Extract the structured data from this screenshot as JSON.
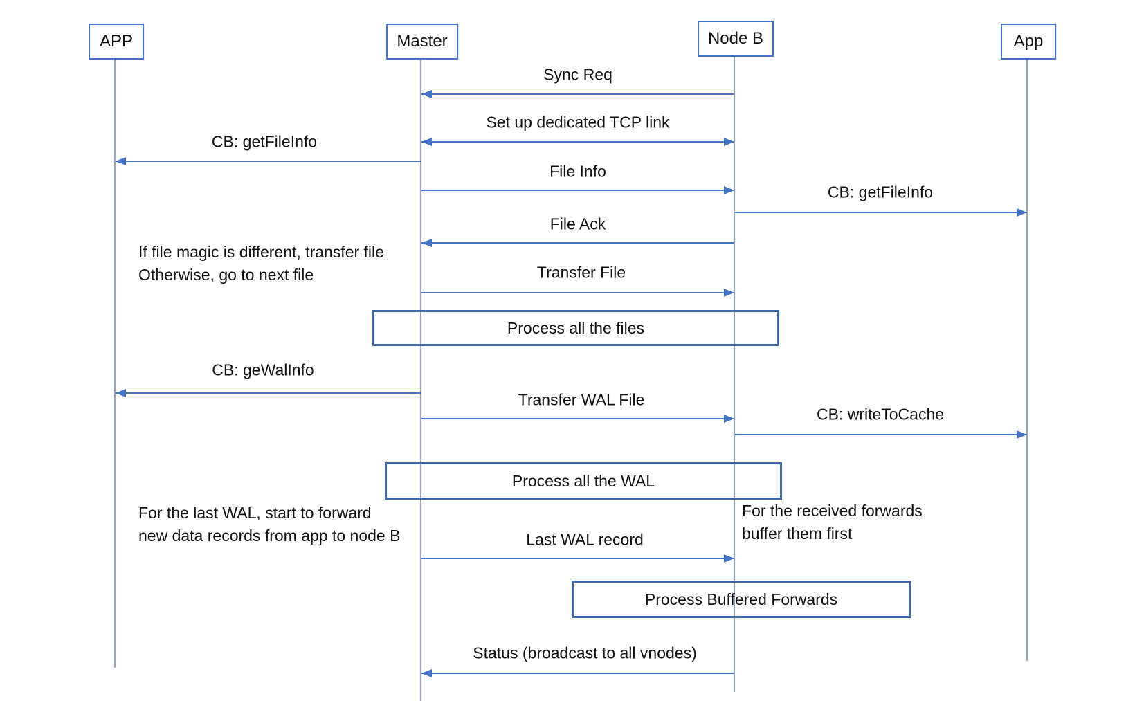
{
  "diagram": {
    "title": "Master / Node B sync sequence diagram",
    "colors": {
      "accent": "#4472C4",
      "box_border": "#3F66A5",
      "lifeline": "#90A5C6",
      "text": "#111111"
    },
    "actors": [
      {
        "id": "app-left",
        "label": "APP"
      },
      {
        "id": "master",
        "label": "Master"
      },
      {
        "id": "node-b",
        "label": "Node B"
      },
      {
        "id": "app-right",
        "label": "App"
      }
    ],
    "messages": {
      "sync_req": "Sync Req",
      "tcp_link": "Set up dedicated TCP link",
      "cb_getfileinfo_left": "CB: getFileInfo",
      "file_info": "File Info",
      "cb_getfileinfo_right": "CB: getFileInfo",
      "file_ack": "File Ack",
      "transfer_file": "Transfer File",
      "cb_gewalinfo": "CB: geWalInfo",
      "transfer_wal": "Transfer WAL File",
      "cb_writetocache": "CB: writeToCache",
      "last_wal": "Last WAL record",
      "status": "Status (broadcast to all vnodes)"
    },
    "process_boxes": {
      "files": "Process all the files",
      "wal": "Process all the WAL",
      "forwards": "Process Buffered Forwards"
    },
    "notes": {
      "file_magic": "If file magic is different, transfer file\nOtherwise, go to next file",
      "last_wal_note": "For the last WAL, start to forward\nnew data records from app to node B",
      "received_note": "For the received forwards\nbuffer them first"
    }
  }
}
